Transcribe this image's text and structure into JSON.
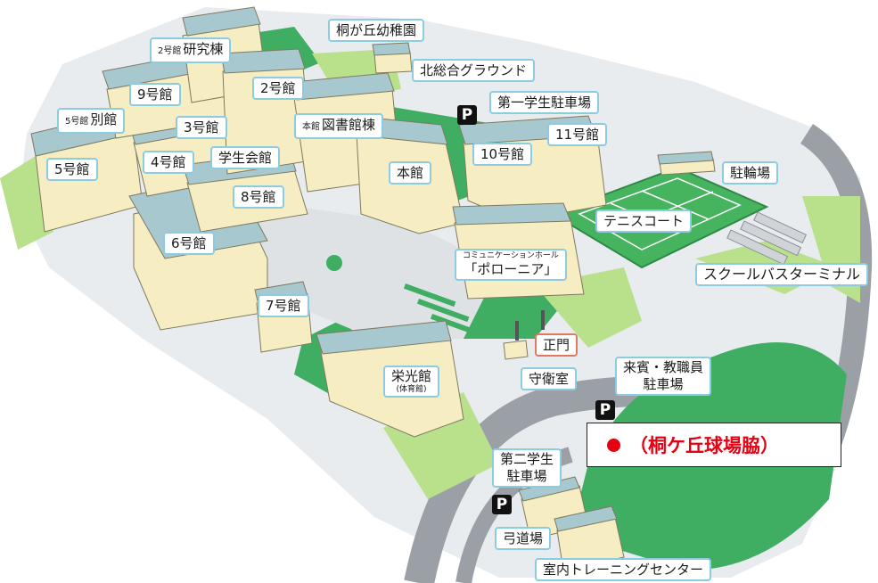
{
  "colors": {
    "campus_ground": "#e9ecef",
    "plaza": "#e4e6e8",
    "road": "#9aa0a5",
    "green": "#3fae63",
    "light_green": "#b9e08a",
    "building_wall": "#f6eec2",
    "building_roof": "#a8c8cf",
    "label_border": "#8ccbe2",
    "marker_red": "#e60012"
  },
  "labels": {
    "kirigaoka_kindergarten": "桐が丘幼稚園",
    "no2_research_prefix": "2号館",
    "no2_research": "研究棟",
    "kita_ground": "北総合グラウンド",
    "no9": "9号館",
    "no2": "2号館",
    "first_parking": "第一学生駐車場",
    "annex_prefix": "5号館",
    "annex": "別館",
    "no3": "3号館",
    "library_prefix": "本館",
    "library": "図書館棟",
    "no11": "11号館",
    "no10": "10号館",
    "no5": "5号館",
    "no4": "4号館",
    "student_hall": "学生会館",
    "main_building": "本館",
    "bicycle_parking": "駐輪場",
    "no8": "8号館",
    "tennis_court": "テニスコート",
    "no6": "6号館",
    "polonia_small": "コミュニケーションホール",
    "polonia": "「ポローニア」",
    "school_bus": "スクールバスターミナル",
    "no7": "7号館",
    "main_gate": "正門",
    "guard_room": "守衛室",
    "guest_parking_line1": "来賓・教職員",
    "guest_parking_line2": "駐車場",
    "eikokan": "栄光館",
    "eikokan_sub": "(体育館)",
    "second_parking_line1": "第二学生",
    "second_parking_line2": "駐車場",
    "kyudojo": "弓道場",
    "training_center": "室内トレーニングセンター"
  },
  "parking_symbol": "P",
  "marker": {
    "text": "（桐ケ丘球場脇）",
    "icon": "red-dot-marker"
  }
}
